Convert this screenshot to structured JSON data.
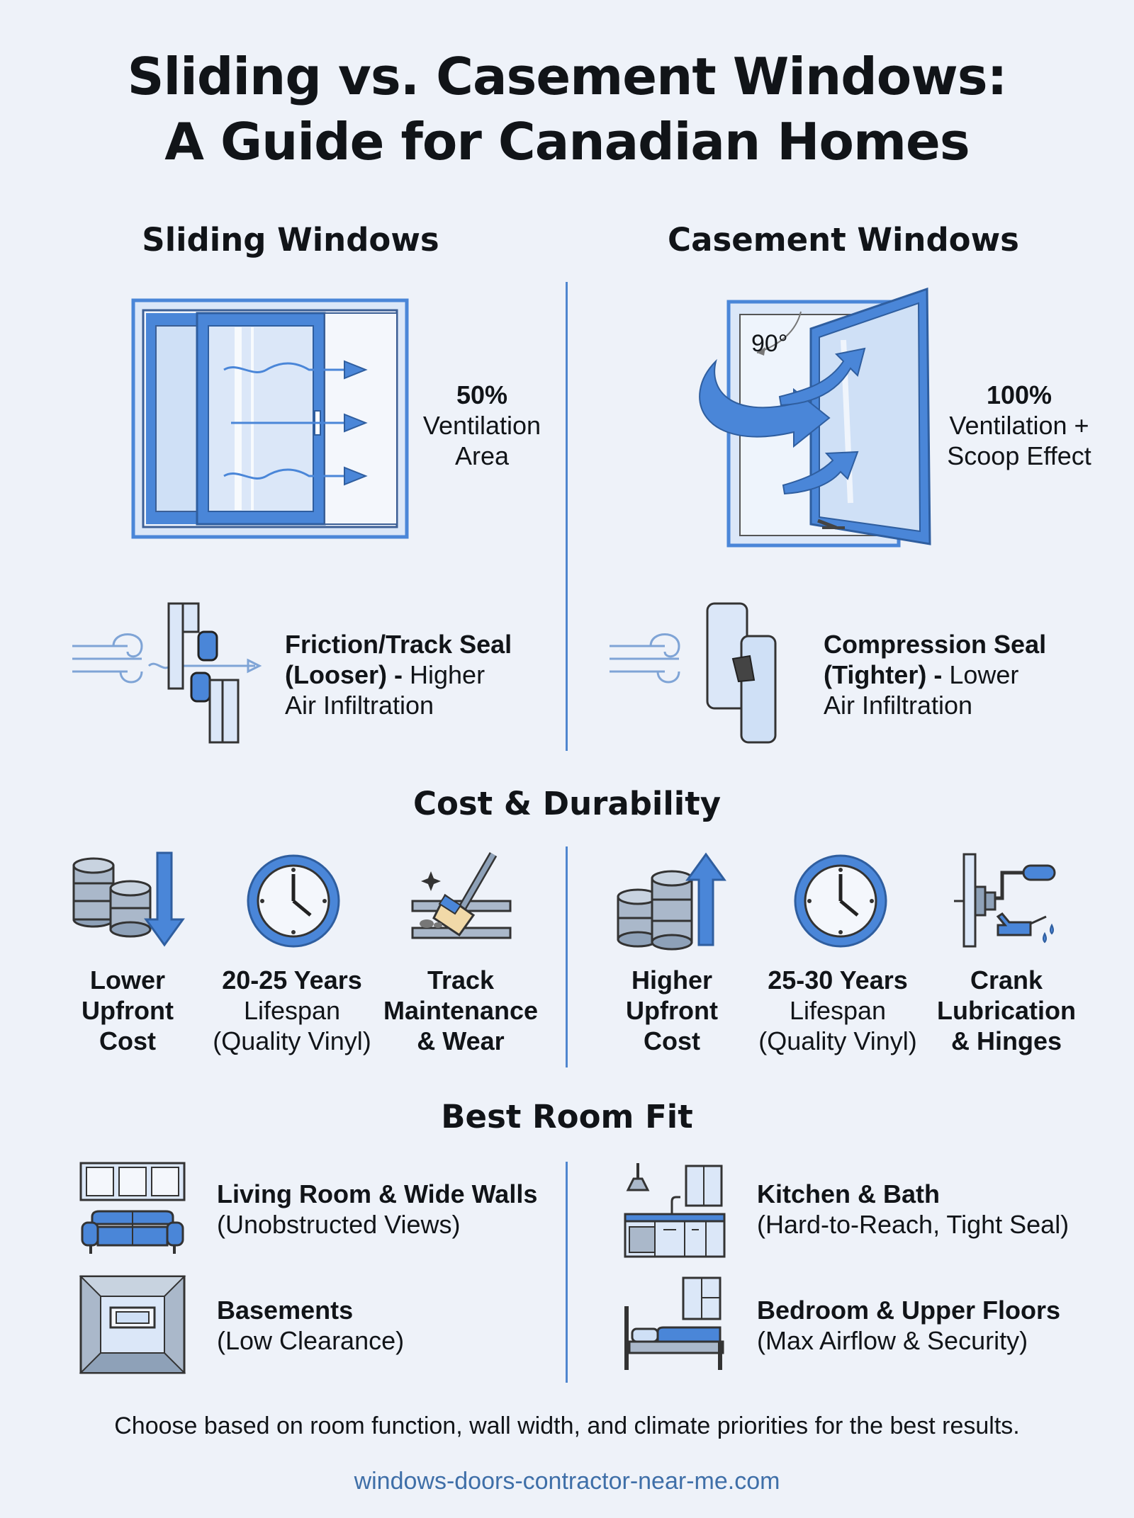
{
  "title": {
    "line1": "Sliding vs. Casement Windows:",
    "line2": "A Guide for Canadian Homes"
  },
  "sliding": {
    "heading": "Sliding Windows",
    "ventilation_percent": "50%",
    "ventilation_line2": "Ventilation",
    "ventilation_line3": "Area",
    "seal_bold_1": "Friction/Track Seal",
    "seal_bold_2": "(Looser) -",
    "seal_rest_2": " Higher",
    "seal_line3": "Air Infiltration"
  },
  "casement": {
    "heading": "Casement Windows",
    "angle_label": "90°",
    "ventilation_percent": "100%",
    "ventilation_line2": "Ventilation +",
    "ventilation_line3": "Scoop Effect",
    "seal_bold_1": "Compression Seal",
    "seal_bold_2": "(Tighter) -",
    "seal_rest_2": " Lower",
    "seal_line3": "Air Infiltration"
  },
  "cost": {
    "heading": "Cost & Durability",
    "sliding_items": [
      {
        "l1": "Lower",
        "l2": "Upfront",
        "l3": "Cost",
        "icon": "coins-down-icon"
      },
      {
        "l1": "20-25 Years",
        "l2": "Lifespan",
        "l3": "(Quality Vinyl)",
        "icon": "clock-icon"
      },
      {
        "l1": "Track",
        "l2": "Maintenance",
        "l3": "& Wear",
        "icon": "broom-track-icon"
      }
    ],
    "casement_items": [
      {
        "l1": "Higher",
        "l2": "Upfront",
        "l3": "Cost",
        "icon": "coins-up-icon"
      },
      {
        "l1": "25-30 Years",
        "l2": "Lifespan",
        "l3": "(Quality Vinyl)",
        "icon": "clock-icon"
      },
      {
        "l1": "Crank",
        "l2": "Lubrication",
        "l3": "& Hinges",
        "icon": "crank-oil-icon"
      }
    ]
  },
  "rooms": {
    "heading": "Best Room Fit",
    "sliding_items": [
      {
        "title": "Living Room & Wide Walls",
        "sub": "(Unobstructed Views)",
        "icon": "living-room-icon"
      },
      {
        "title": "Basements",
        "sub": "(Low Clearance)",
        "icon": "basement-window-icon"
      }
    ],
    "casement_items": [
      {
        "title": "Kitchen & Bath",
        "sub": "(Hard-to-Reach, Tight Seal)",
        "icon": "kitchen-icon"
      },
      {
        "title": "Bedroom & Upper Floors",
        "sub": "(Max Airflow & Security)",
        "icon": "bedroom-icon"
      }
    ]
  },
  "footer": {
    "note": "Choose based on room function, wall width, and climate priorities for the best results.",
    "url": "windows-doors-contractor-near-me.com"
  },
  "colors": {
    "background": "#eef2f9",
    "accent_blue": "#4a86d8",
    "light_blue": "#cfe0f6",
    "url_blue": "#3f6fa8"
  }
}
